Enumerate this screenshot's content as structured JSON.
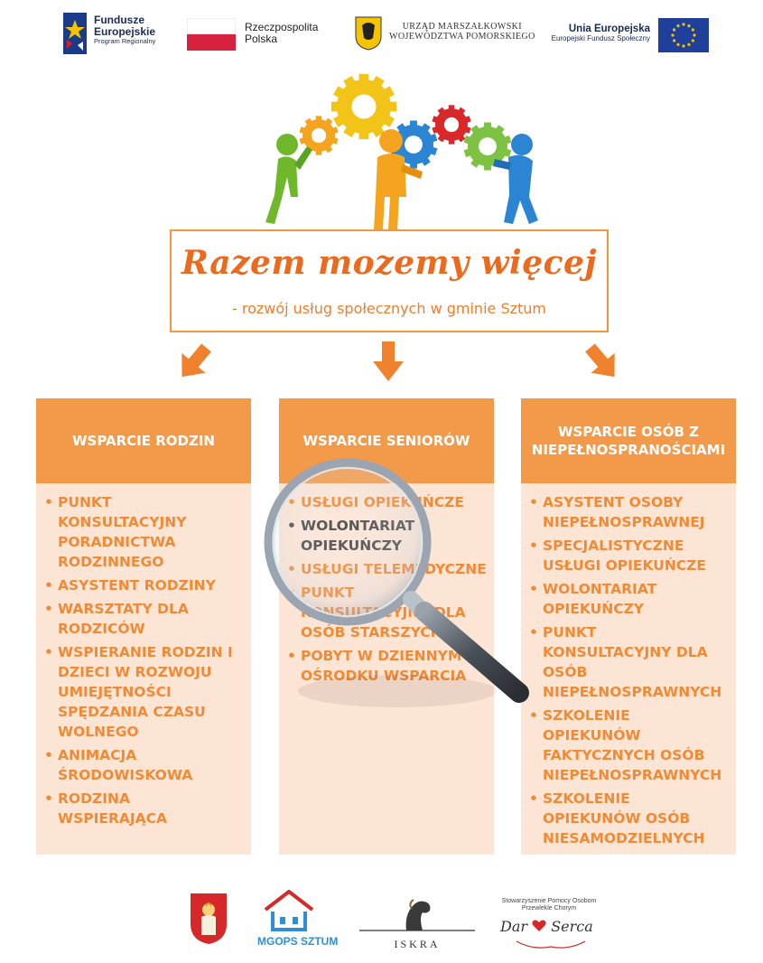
{
  "logos_top": {
    "fe_title": "Fundusze",
    "fe_title2": "Europejskie",
    "fe_sub": "Program Regionalny",
    "rp_title": "Rzeczpospolita",
    "rp_title2": "Polska",
    "um_title": "URZĄD MARSZAŁKOWSKI",
    "um_title2": "WOJEWÓDZTWA POMORSKIEGO",
    "ue_title": "Unia Europejska",
    "ue_sub": "Europejski Fundusz Społeczny"
  },
  "title": {
    "main": "Razem mozemy więcej",
    "sub": "- rozwój usług społecznych w gminie Sztum"
  },
  "columns": [
    {
      "heading": "WSPARCIE RODZIN",
      "items": [
        "PUNKT KONSULTACYJNY PORADNICTWA RODZINNEGO",
        "ASYSTENT RODZINY",
        "WARSZTATY DLA RODZICÓW",
        "WSPIERANIE RODZIN I DZIECI W ROZWOJU UMIEJĘTNOŚCI SPĘDZANIA CZASU WOLNEGO",
        "ANIMACJA ŚRODOWISKOWA",
        "RODZINA WSPIERAJĄCA"
      ]
    },
    {
      "heading": "WSPARCIE SENIORÓW",
      "items": [
        "USŁUGI OPIEKUŃCZE",
        "WOLONTARIAT OPIEKUŃCZY",
        "USŁUGI TELEMEDYCZNE",
        "PUNKT KONSULTACYJNY DLA OSÓB STARSZYCH",
        "POBYT W DZIENNYM OŚRODKU WSPARCIA"
      ]
    },
    {
      "heading": "WSPARCIE OSÓB Z NIEPEŁNOSPRANOŚCIAMI",
      "items": [
        "ASYSTENT OSOBY NIEPEŁNOSPRAWNEJ",
        "SPECJALISTYCZNE USŁUGI OPIEKUŃCZE",
        "WOLONTARIAT OPIEKUŃCZY",
        "PUNKT KONSULTACYJNY DLA OSÓB NIEPEŁNOSPRAWNYCH",
        "SZKOLENIE OPIEKUNÓW FAKTYCZNYCH OSÓB NIEPEŁNOSPRAWNYCH",
        "SZKOLENIE OPIEKUNÓW OSÓB NIESAMODZIELNYCH"
      ]
    }
  ],
  "logos_bottom": {
    "mgops": "MGOPS SZTUM",
    "iskra": "ISKRA",
    "dar_top": "Stowarzyszenie Pomocy Osobom",
    "dar_top2": "Przewlekle Chorym",
    "dar_left": "Dar",
    "dar_right": "Serca"
  },
  "colors": {
    "orange_head": "#f39a4a",
    "orange_text": "#ef8a36",
    "column_bg": "#fde5d6",
    "title_orange": "#ec6a1e"
  }
}
